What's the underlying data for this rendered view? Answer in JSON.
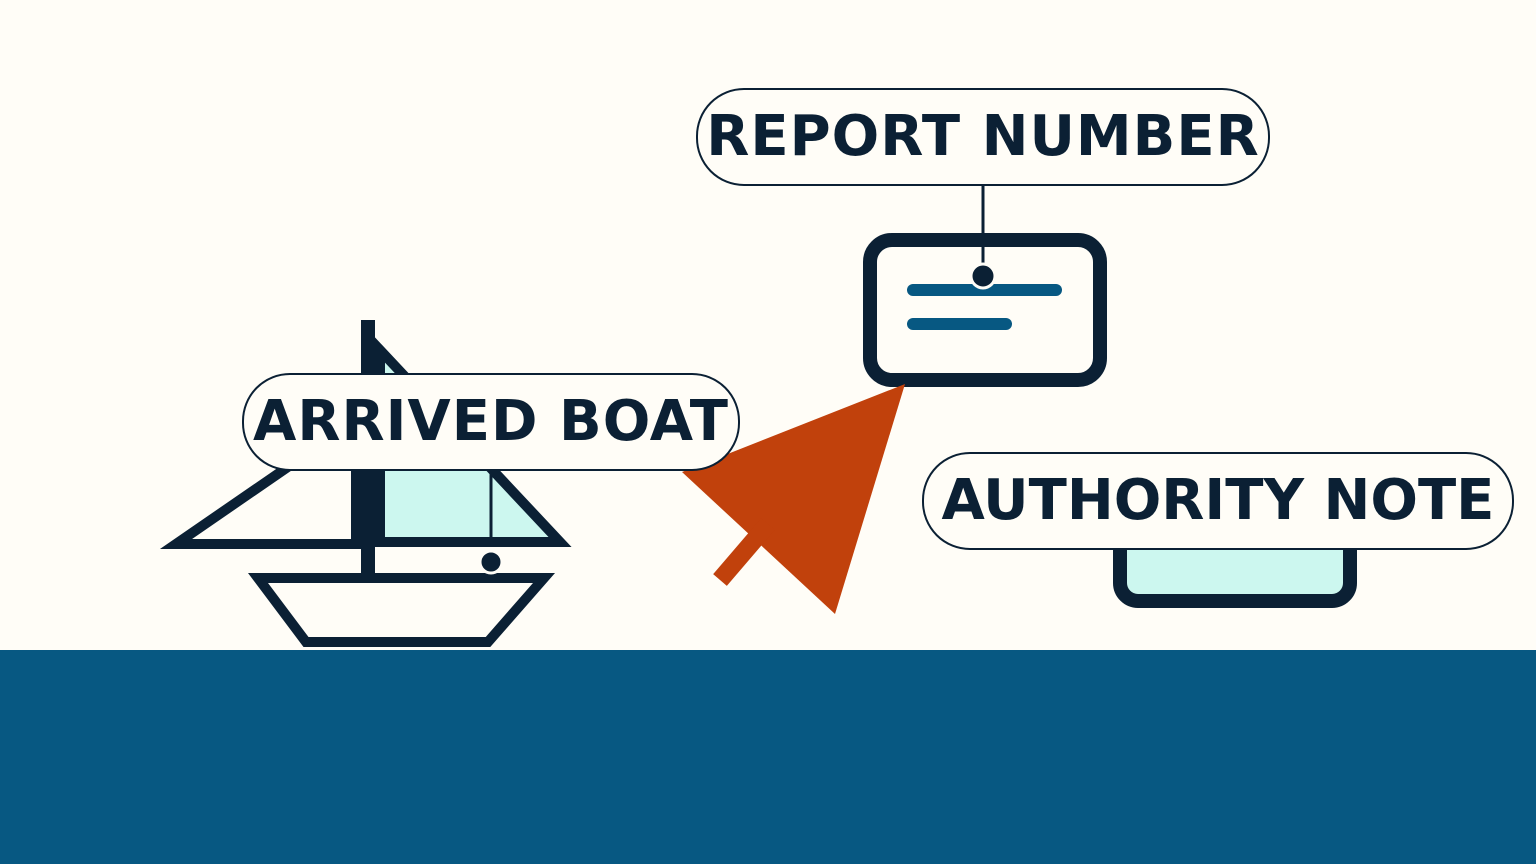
{
  "labels": {
    "report_number": "REPORT NUMBER",
    "arrived_boat": "ARRIVED BOAT",
    "authority_note": "AUTHORITY NOTE"
  },
  "icons": [
    "sailboat-icon",
    "report-card-icon",
    "authority-card-icon",
    "pointer-arrow-icon"
  ],
  "colors": {
    "background": "#FFFDF7",
    "ink": "#0B2034",
    "sea": "#075882",
    "accent_arrow": "#C1410C",
    "sail_fill": "#CCF7EF",
    "text_line": "#075882"
  }
}
